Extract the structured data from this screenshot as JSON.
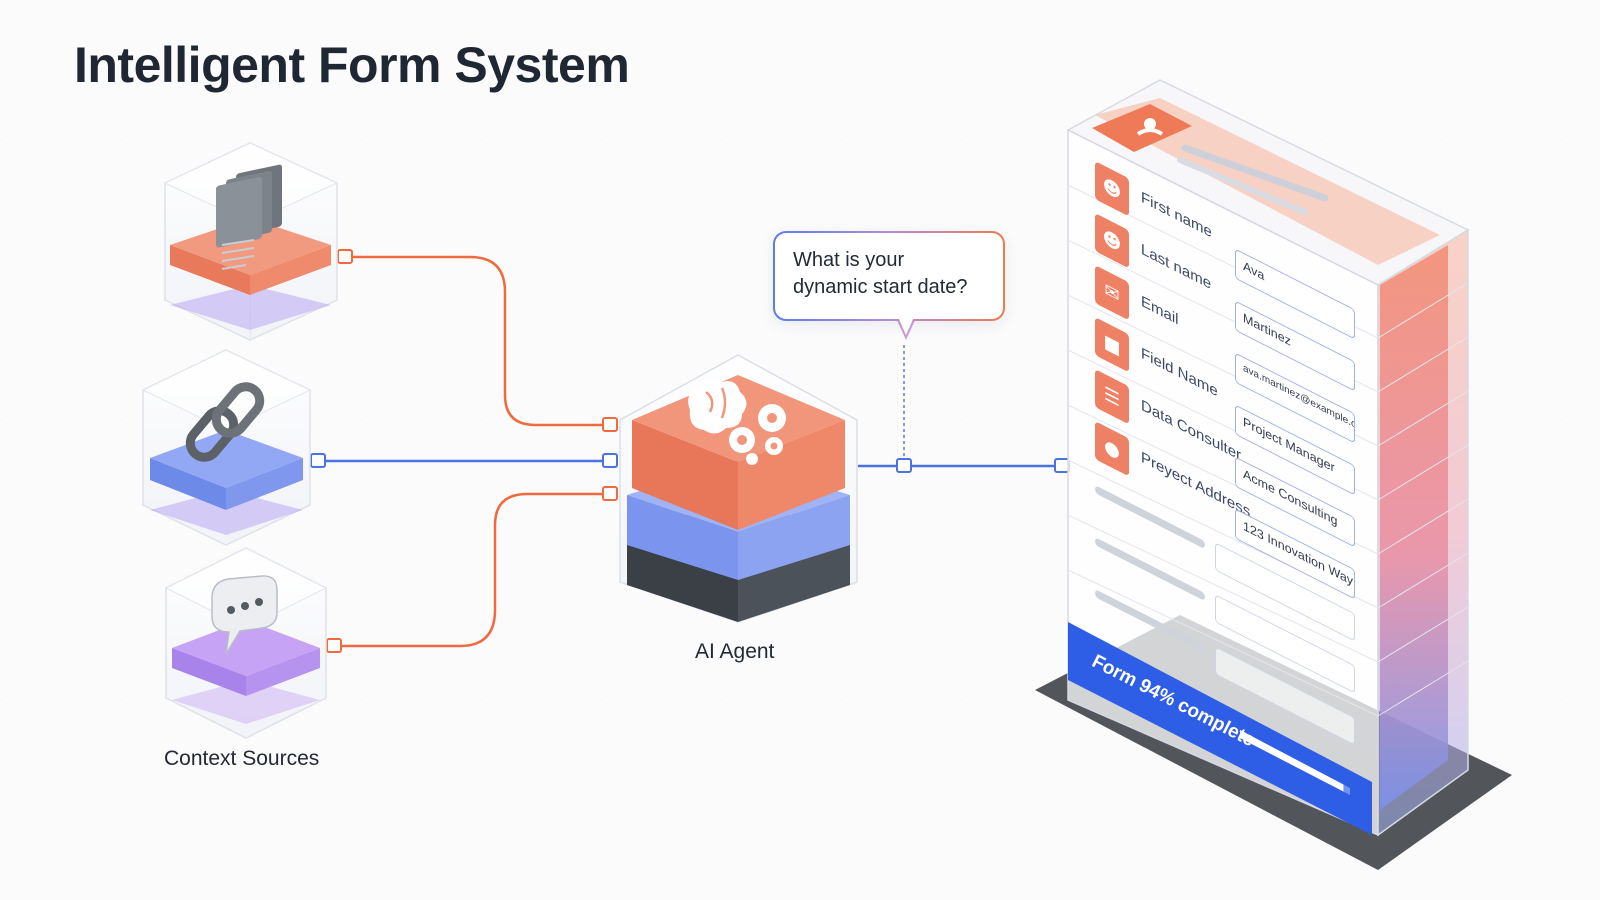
{
  "title": "Intelligent Form System",
  "context_sources": {
    "caption": "Context Sources",
    "items": [
      {
        "name": "documents",
        "icon": "documents-icon",
        "color": "#ef8a6c"
      },
      {
        "name": "links",
        "icon": "chain-link-icon",
        "color": "#7e97f2"
      },
      {
        "name": "messages",
        "icon": "chat-bubble-icon",
        "color": "#b98bef"
      }
    ]
  },
  "agent": {
    "caption": "AI Agent",
    "icon": "brain-gears-icon"
  },
  "prompt_bubble": {
    "line1": "What is your",
    "line2": "dynamic start date?"
  },
  "form": {
    "header_icon": "user-card-icon",
    "fields": [
      {
        "label": "First name",
        "value": "Ava",
        "icon": "person-icon"
      },
      {
        "label": "Last name",
        "value": "Martinez",
        "icon": "person-icon"
      },
      {
        "label": "Email",
        "value": "ava.martinez@example.com",
        "icon": "envelope-icon"
      },
      {
        "label": "Field Name",
        "value": "Project Manager",
        "icon": "briefcase-icon"
      },
      {
        "label": "Data Consulter",
        "value": "Acme Consulting",
        "icon": "database-icon"
      },
      {
        "label": "Preyect Address",
        "value": "123 Innovation Way",
        "icon": "location-pin-icon"
      }
    ],
    "progress": {
      "text": "Form 94% complete",
      "value": 0.94
    }
  },
  "colors": {
    "orange": "#ee7a57",
    "blue": "#4a73e0",
    "purple": "#a57ce8",
    "dark": "#3c4148",
    "progress_blue": "#2f5ee6"
  }
}
